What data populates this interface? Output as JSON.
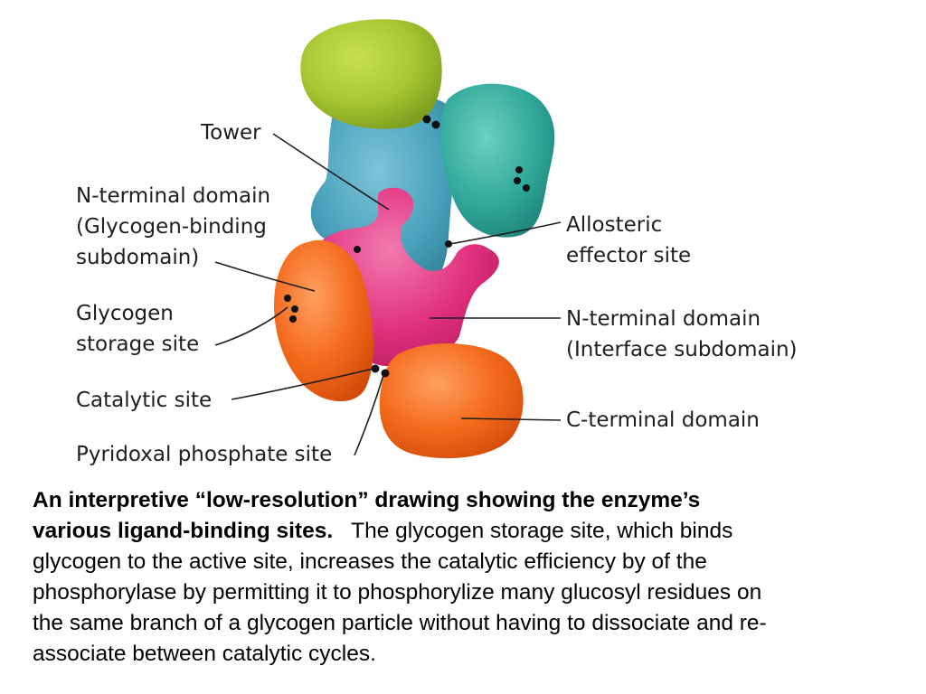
{
  "labels": {
    "tower": "Tower",
    "n_terminal_glycogen": {
      "line1": "N-terminal domain",
      "line2": "(Glycogen-binding",
      "line3": "subdomain)"
    },
    "glycogen_storage_site": {
      "line1": "Glycogen",
      "line2": "storage site"
    },
    "catalytic_site": "Catalytic site",
    "pyridoxal_phosphate_site": "Pyridoxal phosphate site",
    "allosteric_effector_site": {
      "line1": "Allosteric",
      "line2": "effector site"
    },
    "n_terminal_interface": {
      "line1": "N-terminal domain",
      "line2": "(Interface subdomain)"
    },
    "c_terminal_domain": "C-terminal domain"
  },
  "caption": {
    "bold_line1": "An interpretive “low-resolution” drawing showing the enzyme’s",
    "bold_line2": "various ligand-binding sites.",
    "rest_line2": "   The glycogen storage site, which binds",
    "line3": "glycogen to the active site, increases the catalytic efficiency by of the",
    "line4": "phosphorylase by permitting it to phosphorylize  many glucosyl residues on",
    "line5": "the same branch of a glycogen particle without having to dissociate and re-",
    "line6": "associate between catalytic cycles."
  },
  "colors": {
    "green_domain": "#a8c832",
    "blue_domain": "#4aa2bc",
    "teal_domain": "#2fa89a",
    "pink_domain": "#e0307e",
    "orange_domain": "#f46a1c",
    "leader_line": "#1e1e1e"
  }
}
